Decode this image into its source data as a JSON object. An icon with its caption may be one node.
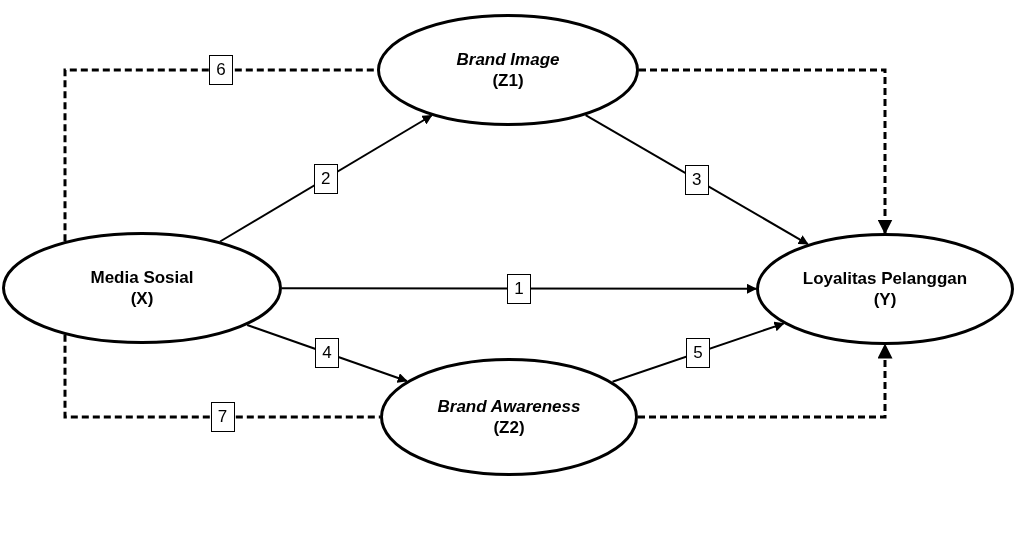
{
  "diagram": {
    "nodes": [
      {
        "text": [
          "Media Sosial",
          "(X)"
        ]
      },
      {
        "text": [
          "*Brand Image*",
          "(Z1)"
        ]
      },
      {
        "text": [
          "Loyalitas Pelanggan",
          "(Y)"
        ]
      },
      {
        "text": [
          "*Brand Awareness*",
          "(Z2)"
        ]
      }
    ],
    "edges": [
      {
        "from": 0,
        "to": 2,
        "arrow": "to",
        "label": "1"
      },
      {
        "from": 0,
        "to": 1,
        "arrow": "to",
        "label": "2"
      },
      {
        "from": 1,
        "to": 2,
        "arrow": "to",
        "label": "3"
      },
      {
        "from": 0,
        "to": 3,
        "arrow": "to",
        "label": "4"
      },
      {
        "from": 3,
        "to": 2,
        "arrow": "to",
        "label": "5"
      },
      {
        "from": 0,
        "to": 1,
        "arrow": "none",
        "label": "6",
        "style": "dashed"
      },
      {
        "from": 1,
        "to": 2,
        "arrow": "to",
        "style": "dashed"
      },
      {
        "from": 0,
        "to": 3,
        "arrow": "none",
        "label": "7",
        "style": "dashed"
      },
      {
        "from": 3,
        "to": 2,
        "arrow": "to",
        "style": "dashed"
      }
    ]
  }
}
